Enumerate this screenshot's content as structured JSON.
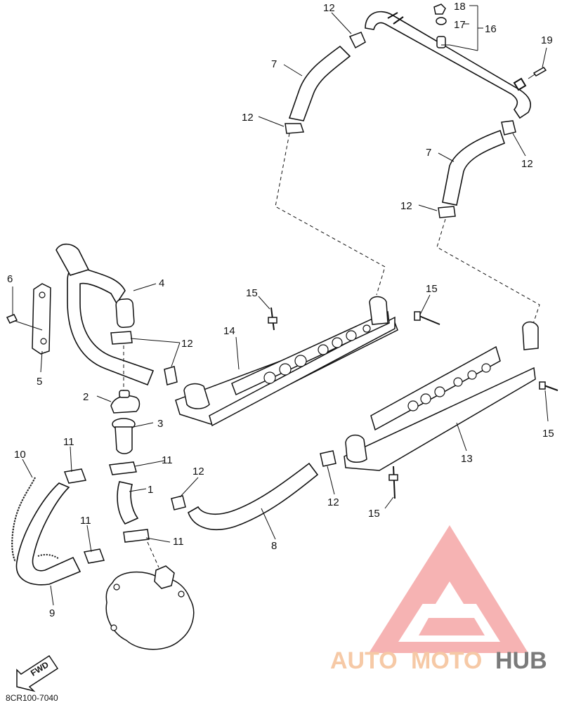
{
  "callouts": {
    "c1": "1",
    "c2": "2",
    "c3": "3",
    "c4": "4",
    "c5": "5",
    "c6": "6",
    "c7a": "7",
    "c7b": "7",
    "c8": "8",
    "c9": "9",
    "c10": "10",
    "c11a": "11",
    "c11b": "11",
    "c11c": "11",
    "c11d": "11",
    "c12a": "12",
    "c12b": "12",
    "c12c": "12",
    "c12d": "12",
    "c12e": "12",
    "c12f": "12",
    "c12g": "12",
    "c13": "13",
    "c14": "14",
    "c15a": "15",
    "c15b": "15",
    "c15c": "15",
    "c15d": "15",
    "c16": "16",
    "c17": "17",
    "c18": "18",
    "c19": "19"
  },
  "fwd_label": "FWD",
  "diagram_code": "8CR100-7040",
  "watermark": {
    "auto": "AUTO",
    "moto": "MOTO",
    "hub": "HUB",
    "color_light": "#f6c9a6",
    "color_dark": "#7a7a7a",
    "logo_color": "#f39a9a"
  }
}
